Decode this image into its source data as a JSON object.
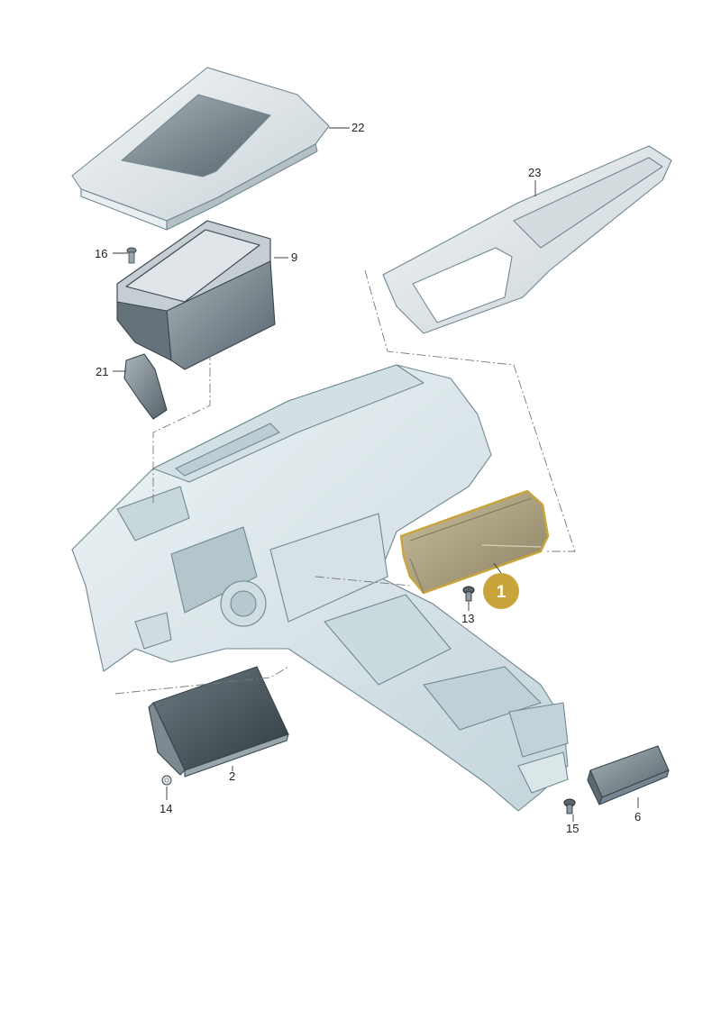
{
  "diagram": {
    "highlight_color": "#c9a43a",
    "highlight_fill": "#a59a77",
    "dashboard_color": "#e3edf0",
    "part_color": "#8e9ba2",
    "callouts": [
      {
        "id": "22",
        "label": "22"
      },
      {
        "id": "23",
        "label": "23"
      },
      {
        "id": "16",
        "label": "16"
      },
      {
        "id": "9",
        "label": "9"
      },
      {
        "id": "21",
        "label": "21"
      },
      {
        "id": "1",
        "label": "1",
        "highlighted": true
      },
      {
        "id": "13",
        "label": "13"
      },
      {
        "id": "2",
        "label": "2"
      },
      {
        "id": "14",
        "label": "14"
      },
      {
        "id": "15",
        "label": "15"
      },
      {
        "id": "6",
        "label": "6"
      }
    ]
  }
}
